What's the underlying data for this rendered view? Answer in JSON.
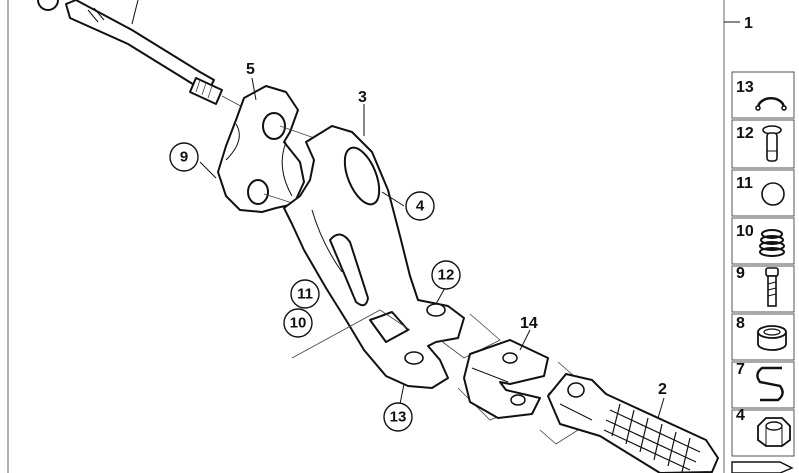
{
  "assembly_label": "1",
  "callouts": {
    "c2": "2",
    "c3": "3",
    "c4": "4",
    "c5": "5",
    "c9": "9",
    "c10": "10",
    "c11": "11",
    "c12": "12",
    "c13": "13",
    "c14": "14"
  },
  "legend": [
    {
      "label": "13",
      "icon": "circlip-icon"
    },
    {
      "label": "12",
      "icon": "pin-icon"
    },
    {
      "label": "11",
      "icon": "ball-icon"
    },
    {
      "label": "10",
      "icon": "spring-icon"
    },
    {
      "label": "9",
      "icon": "screw-icon"
    },
    {
      "label": "8",
      "icon": "bushing-icon"
    },
    {
      "label": "7",
      "icon": "clip-icon"
    },
    {
      "label": "4",
      "icon": "nut-icon"
    }
  ]
}
